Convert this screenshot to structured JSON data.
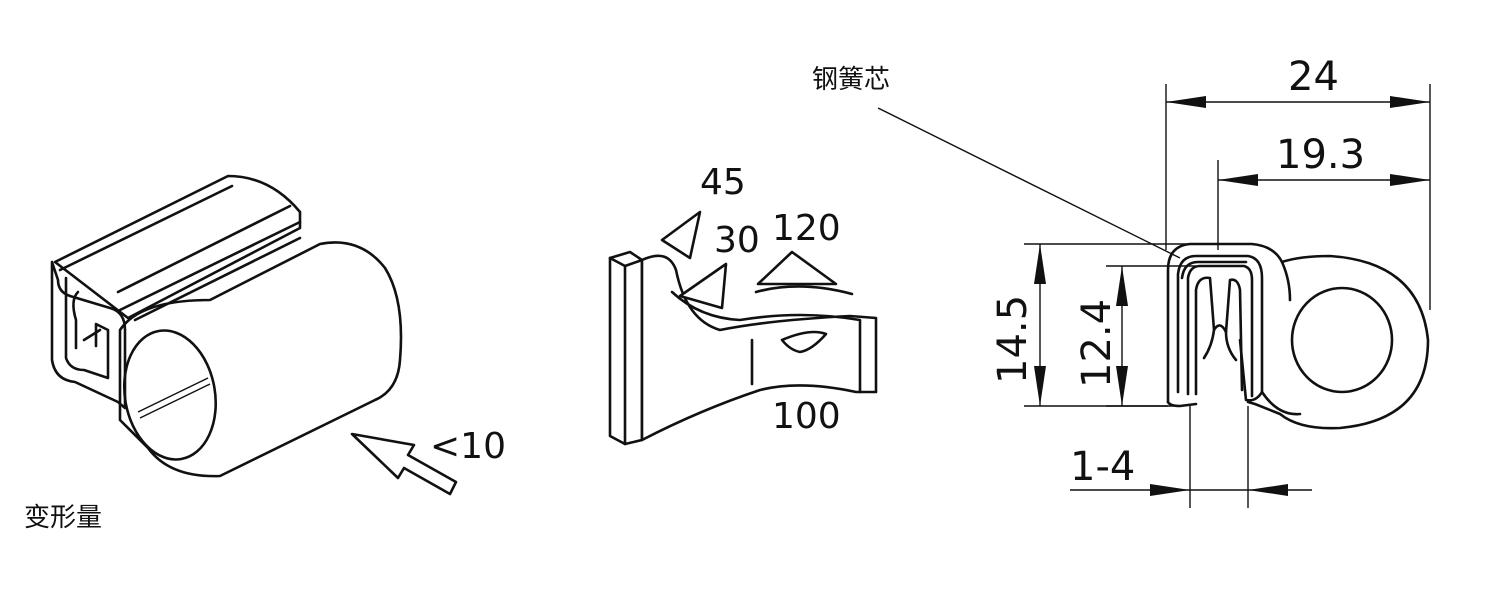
{
  "labels": {
    "deformation": "变形量",
    "deformation_value": "<10",
    "steel_core": "钢簧芯"
  },
  "angles": {
    "a45": "45",
    "a30": "30",
    "a120": "120",
    "a100": "100"
  },
  "dimensions": {
    "width_total": "24",
    "width_inner": "19.3",
    "height_total": "14.5",
    "height_inner": "12.4",
    "thickness_range": "1-4"
  }
}
